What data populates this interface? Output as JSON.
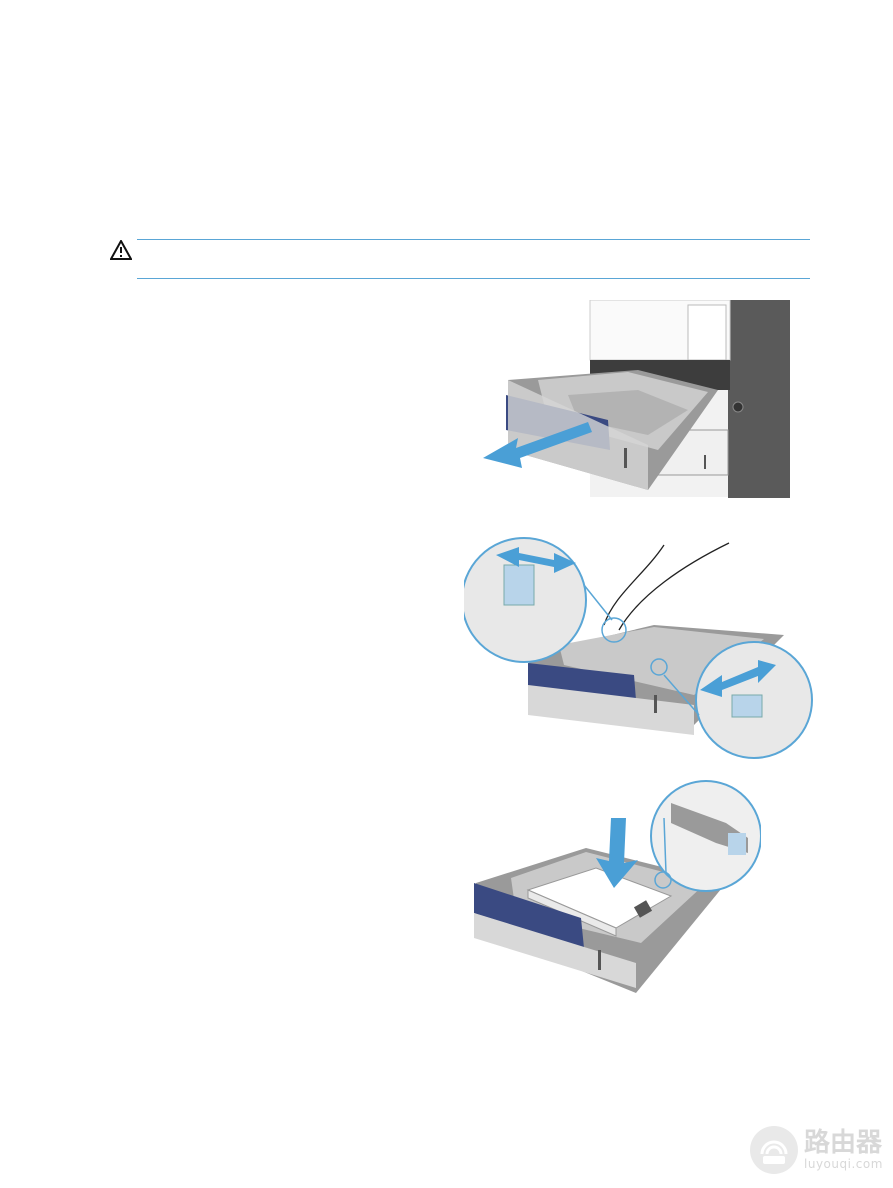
{
  "warning": {
    "icon": "warning-triangle-icon"
  },
  "figures": [
    {
      "name": "figure-open-tray",
      "icon": "printer-tray-open-illustration"
    },
    {
      "name": "figure-adjust-guides",
      "icon": "paper-guide-adjust-illustration"
    },
    {
      "name": "figure-load-paper",
      "icon": "paper-load-illustration"
    }
  ],
  "watermark": {
    "name": "路由器",
    "url": "luyouqi.com",
    "icon": "router-logo-icon"
  },
  "colors": {
    "rule": "#5aa6d6",
    "arrow": "#4a9fd6",
    "tray_gray": "#8a8a8a",
    "handle_blue": "#3a4a82"
  }
}
